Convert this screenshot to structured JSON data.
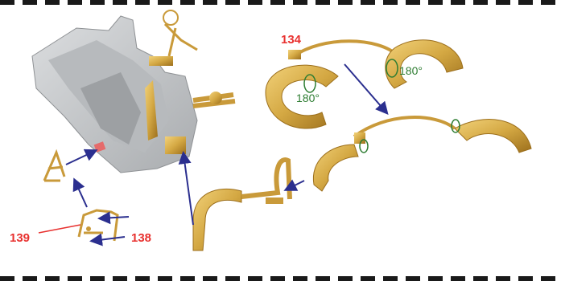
{
  "callouts": {
    "part_134": "134",
    "part_139": "139",
    "part_138": "138"
  },
  "rotations": {
    "upper_right": "180°",
    "upper_left": "180°"
  },
  "colors": {
    "callout_red": "#e8312f",
    "arrow_blue": "#2b2f8f",
    "rotation_green": "#2e7d32",
    "brass": "#d4a843",
    "brass_dark": "#a87a22",
    "plastic_grey": "#c9cbcd"
  }
}
